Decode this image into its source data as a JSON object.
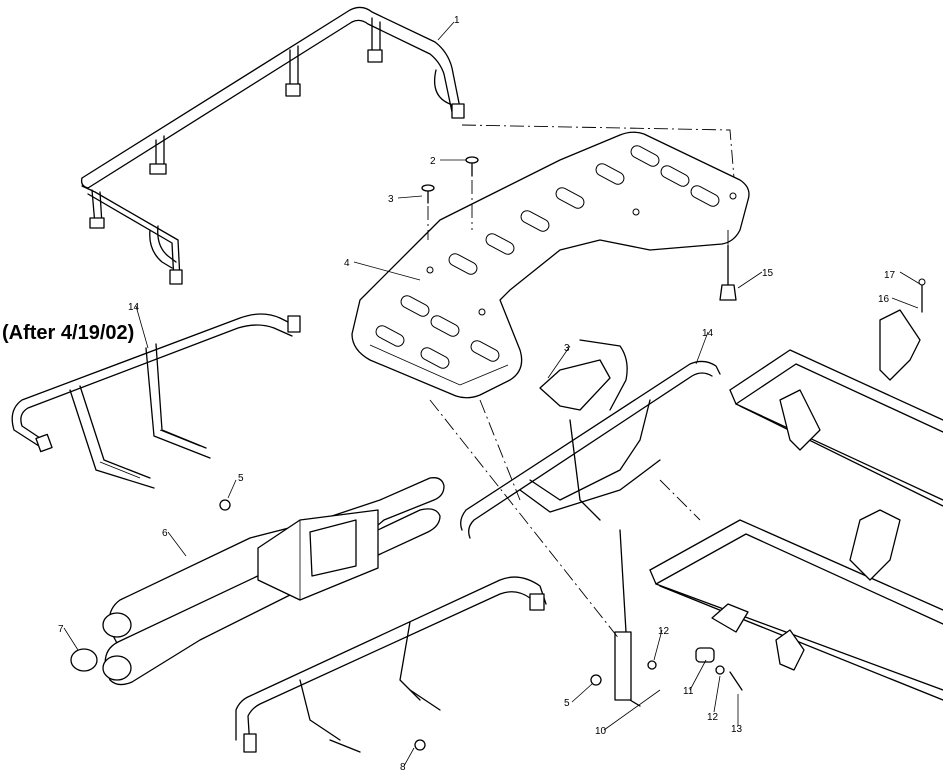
{
  "diagram": {
    "caption": "(After 4/19/02)",
    "callouts": [
      "1",
      "2",
      "3",
      "4",
      "15",
      "17",
      "16",
      "14",
      "3",
      "14",
      "5",
      "6",
      "7",
      "12",
      "11",
      "12",
      "13",
      "5",
      "10",
      "8"
    ]
  }
}
